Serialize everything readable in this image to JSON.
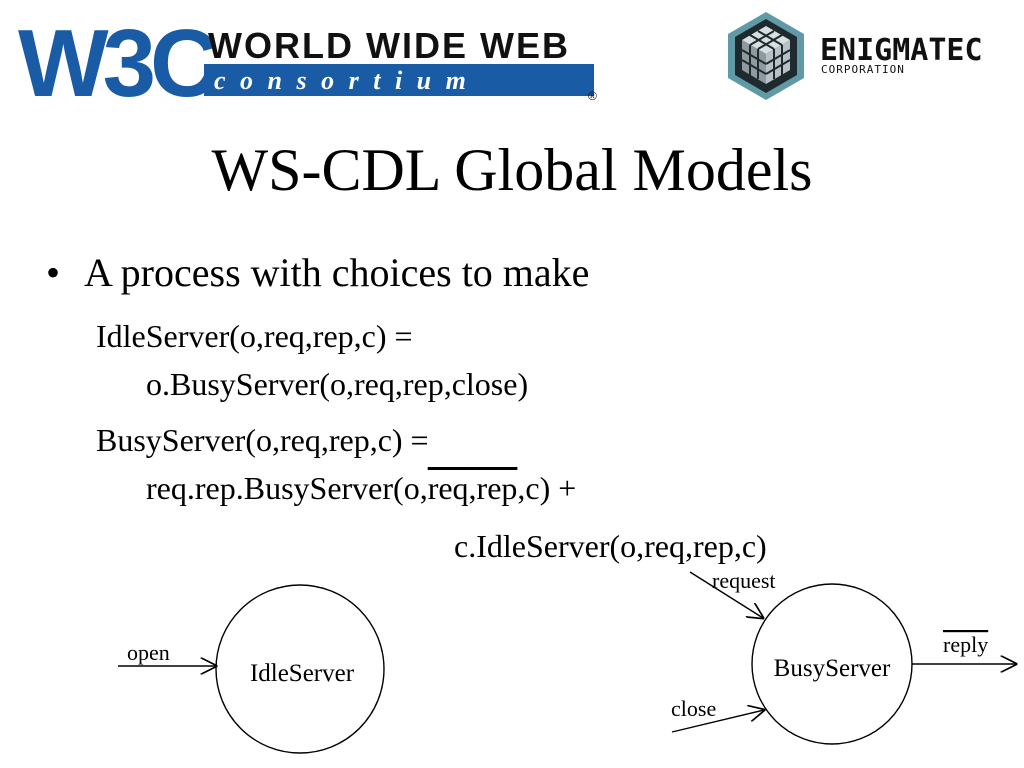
{
  "header": {
    "w3c_logo": {
      "mark": "W3C",
      "line1": "WORLD WIDE WEB",
      "line2": "c o n s o r t i u m",
      "registered": "®"
    },
    "enigmatec_logo": {
      "name": "ENIGMATEC",
      "sub": "CORPORATION"
    }
  },
  "slide": {
    "title": "WS-CDL Global Models",
    "bullet": "A process with choices to make",
    "lines": {
      "idle_def": "IdleServer(o,req,rep,c) =",
      "idle_body": "o.BusyServer(o,req,rep,close)",
      "busy_def": "BusyServer(o,req,rep,c) =",
      "busy_body_pre": "req.rep.BusyServer(o,",
      "busy_body_bar1": "req",
      "busy_body_comma": ",",
      "busy_body_bar2": "rep",
      "busy_body_post": ",c) +",
      "busy_choice": "c.IdleServer(o,req,rep,c)"
    }
  },
  "diagram": {
    "states": {
      "idle": "IdleServer",
      "busy": "BusyServer"
    },
    "labels": {
      "open": "open",
      "request": "request",
      "close": "close",
      "reply": "reply"
    }
  },
  "colors": {
    "w3c_blue": "#1a5ba6",
    "text": "#000000",
    "enigmatec_dark": "#1e2a2e",
    "enigmatec_ring": "#5f9aa6"
  }
}
